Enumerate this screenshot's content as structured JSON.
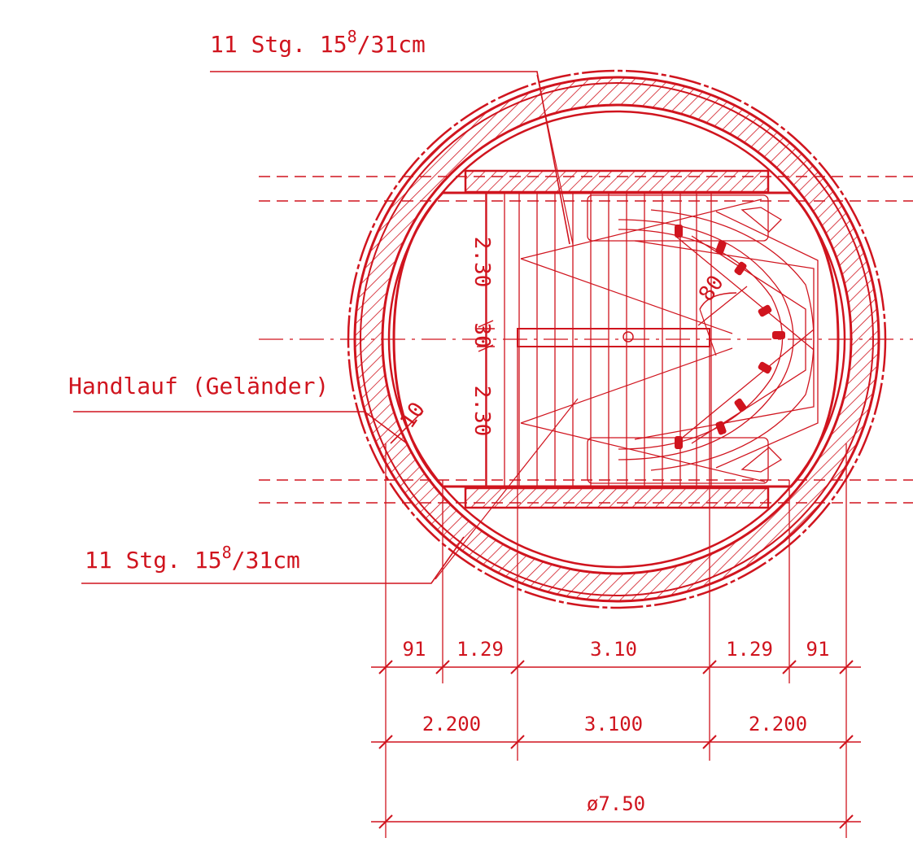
{
  "colors": {
    "ink": "#d0141e",
    "background": "#ffffff"
  },
  "labels": {
    "stairs_top": {
      "count": "11 Stg. 15",
      "sup": "8",
      "rest": "/31cm"
    },
    "stairs_bottom": {
      "count": "11 Stg. 15",
      "sup": "8",
      "rest": "/31cm"
    },
    "handrail": "Handlauf (Geländer)",
    "upper_width": "2.30",
    "gap": "30",
    "lower_width": "2.30",
    "radius_80": "80",
    "offset_10": "10"
  },
  "dimensions": {
    "row1": [
      "91",
      "1.29",
      "3.10",
      "1.29",
      "91"
    ],
    "row2": [
      "2.200",
      "3.100",
      "2.200"
    ],
    "row3": [
      "ø7.50"
    ]
  }
}
